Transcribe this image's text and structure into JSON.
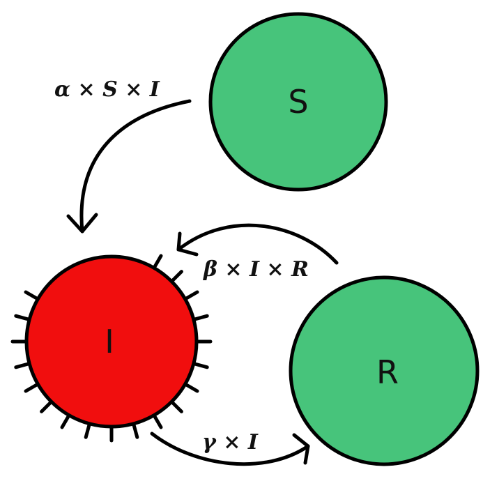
{
  "nodes": {
    "s": {
      "label": "S",
      "color": "#47c47b"
    },
    "i": {
      "label": "I",
      "color": "#f10e0e"
    },
    "r": {
      "label": "R",
      "color": "#47c47b"
    }
  },
  "rates": {
    "infection": "α × S × I",
    "reinfection": "β × I × R",
    "recovery": "γ × I"
  }
}
